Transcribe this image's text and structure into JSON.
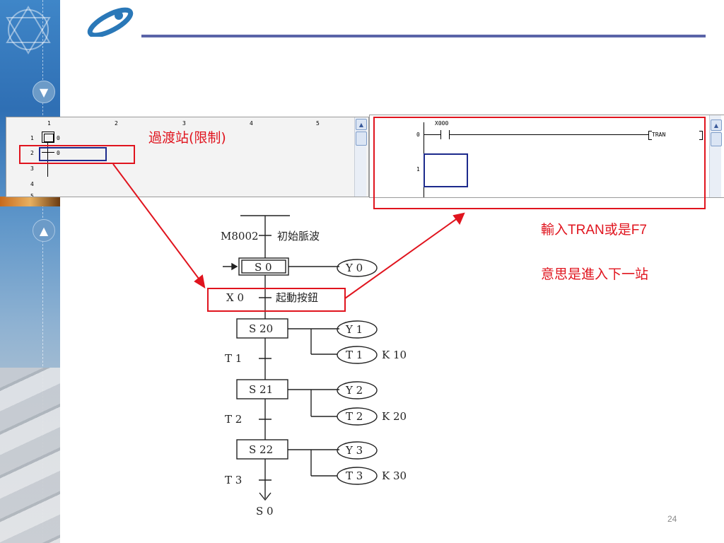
{
  "slide": {
    "page_number": "24",
    "annotation_left": "過渡站(限制)",
    "annotation_right_1": "輸入TRAN或是F7",
    "annotation_right_2": "意思是進入下一站"
  },
  "step_ladder_window": {
    "column_numbers": [
      "1",
      "2",
      "3",
      "4",
      "5"
    ],
    "row_numbers": [
      "1",
      "2",
      "3",
      "4",
      "5"
    ],
    "cell_marks": [
      "0",
      "0"
    ]
  },
  "ladder_window": {
    "contact_label": "X000",
    "row_numbers": [
      "0",
      "1"
    ],
    "instruction": "TRAN"
  },
  "sfc": {
    "init_condition": "M8002",
    "init_condition_desc": "初始脈波",
    "steps": [
      "S 0",
      "S 20",
      "S 21",
      "S 22"
    ],
    "start_condition": "X 0",
    "start_condition_desc": "起動按鈕",
    "outputs": [
      "Y 0",
      "Y 1",
      "T 1",
      "Y 2",
      "T 2",
      "Y 3",
      "T 3"
    ],
    "timer_constants": [
      "K 10",
      "K 20",
      "K 30"
    ],
    "transitions": [
      "T 1",
      "T 2",
      "T 3"
    ],
    "end_target": "S 0"
  },
  "colors": {
    "annotation_red": "#e0141e",
    "selection_blue": "#1c2a8c",
    "title_line": "#5a64a8"
  }
}
